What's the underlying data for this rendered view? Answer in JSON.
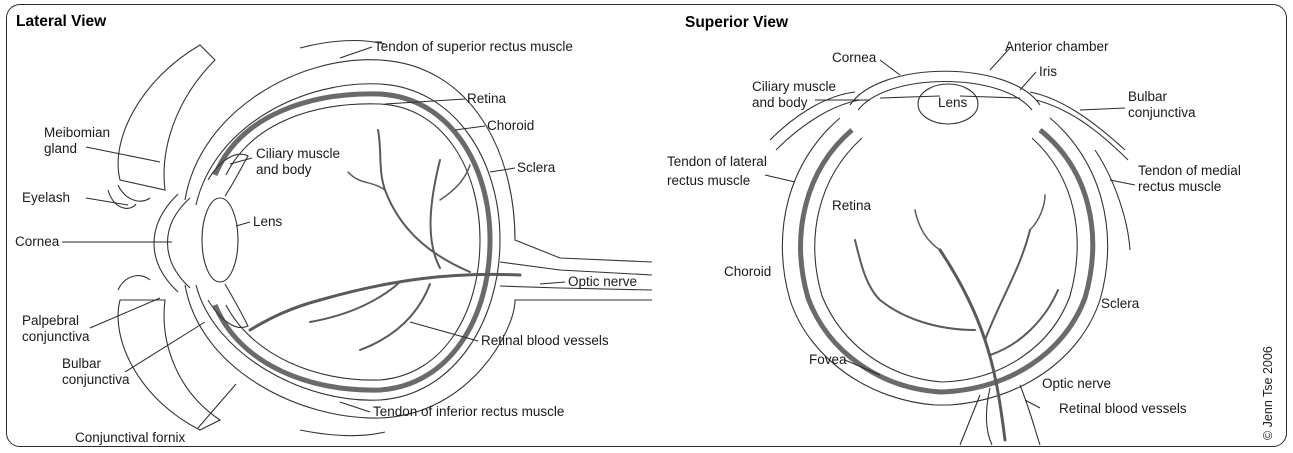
{
  "lateral": {
    "title": "Lateral View",
    "labels": {
      "tendon_superior": "Tendon of superior rectus muscle",
      "retina": "Retina",
      "choroid": "Choroid",
      "sclera": "Sclera",
      "meibomian": [
        "Meibomian",
        "gland"
      ],
      "ciliary": [
        "Ciliary muscle",
        "and body"
      ],
      "eyelash": "Eyelash",
      "lens": "Lens",
      "cornea": "Cornea",
      "optic_nerve": "Optic nerve",
      "palpebral": [
        "Palpebral",
        "conjunctiva"
      ],
      "retinal_vessels": "Retinal blood vessels",
      "bulbar": [
        "Bulbar",
        "conjunctiva"
      ],
      "tendon_inferior": "Tendon of inferior rectus muscle",
      "fornix": "Conjunctival fornix"
    }
  },
  "superior": {
    "title": "Superior View",
    "labels": {
      "cornea": "Cornea",
      "anterior_chamber": "Anterior chamber",
      "iris": "Iris",
      "ciliary": [
        "Ciliary muscle",
        "and body"
      ],
      "lens": "Lens",
      "bulbar": [
        "Bulbar",
        "conjunctiva"
      ],
      "tendon_lateral": [
        "Tendon of lateral",
        "rectus muscle"
      ],
      "tendon_medial": [
        "Tendon of medial",
        "rectus muscle"
      ],
      "retina": "Retina",
      "choroid": "Choroid",
      "sclera": "Sclera",
      "fovea": "Fovea",
      "optic_nerve": "Optic nerve",
      "retinal_vessels": "Retinal blood vessels"
    }
  },
  "copyright": "© Jenn Tse 2006"
}
